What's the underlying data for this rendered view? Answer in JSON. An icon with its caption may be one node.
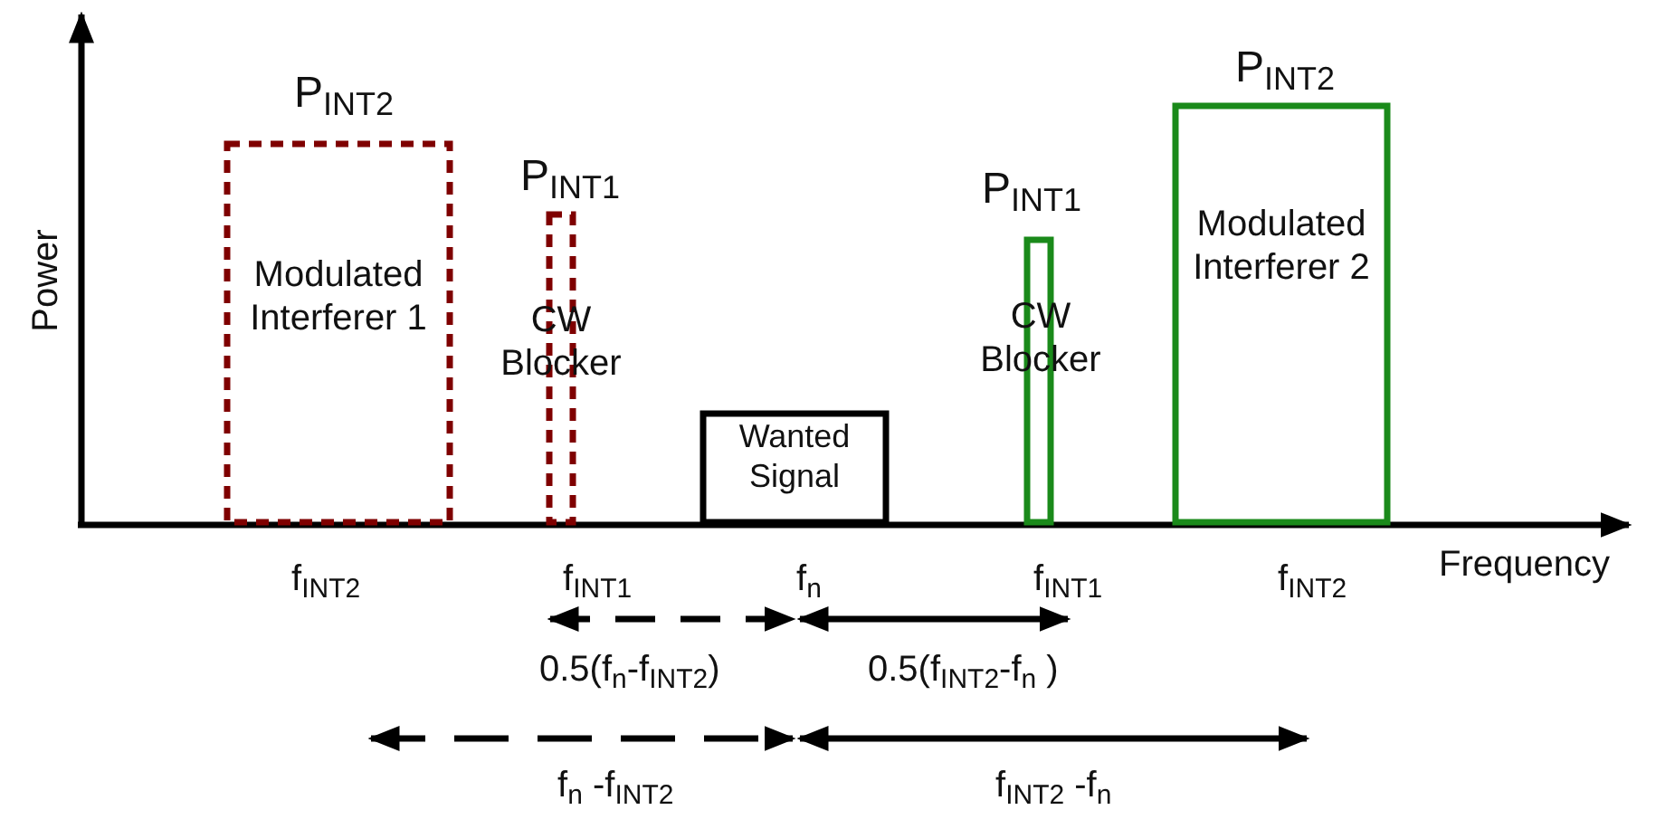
{
  "diagram": {
    "nodes": [
      {
        "text": [
          "Modulated Interferer 1"
        ],
        "beside": [
          "P$_{INT2}$"
        ]
      },
      {
        "text": [
          "CW Blocker"
        ],
        "beside": [
          "P$_{INT1}$"
        ]
      },
      {
        "text": [
          "Wanted Signal"
        ]
      },
      {
        "text": [
          "CW Blocker"
        ],
        "beside": [
          "P$_{INT1}$"
        ]
      },
      {
        "text": [
          "Modulated Interferer 2"
        ],
        "beside": [
          "P$_{INT2}$"
        ]
      }
    ],
    "labels": [
      "Power",
      "f$_{INT2}$",
      "f$_{INT1}$",
      "f$_{n}$",
      "f$_{INT1}$",
      "f$_{INT2}$",
      "Frequency",
      "0.5(f$_{n}$-f$_{INT2}$)",
      "0.5(f$_{INT2}$-f$_{n}$ )",
      "f$_{n}$ -f$_{INT2}$",
      "f$_{INT2}$ -f$_{n}$"
    ]
  }
}
